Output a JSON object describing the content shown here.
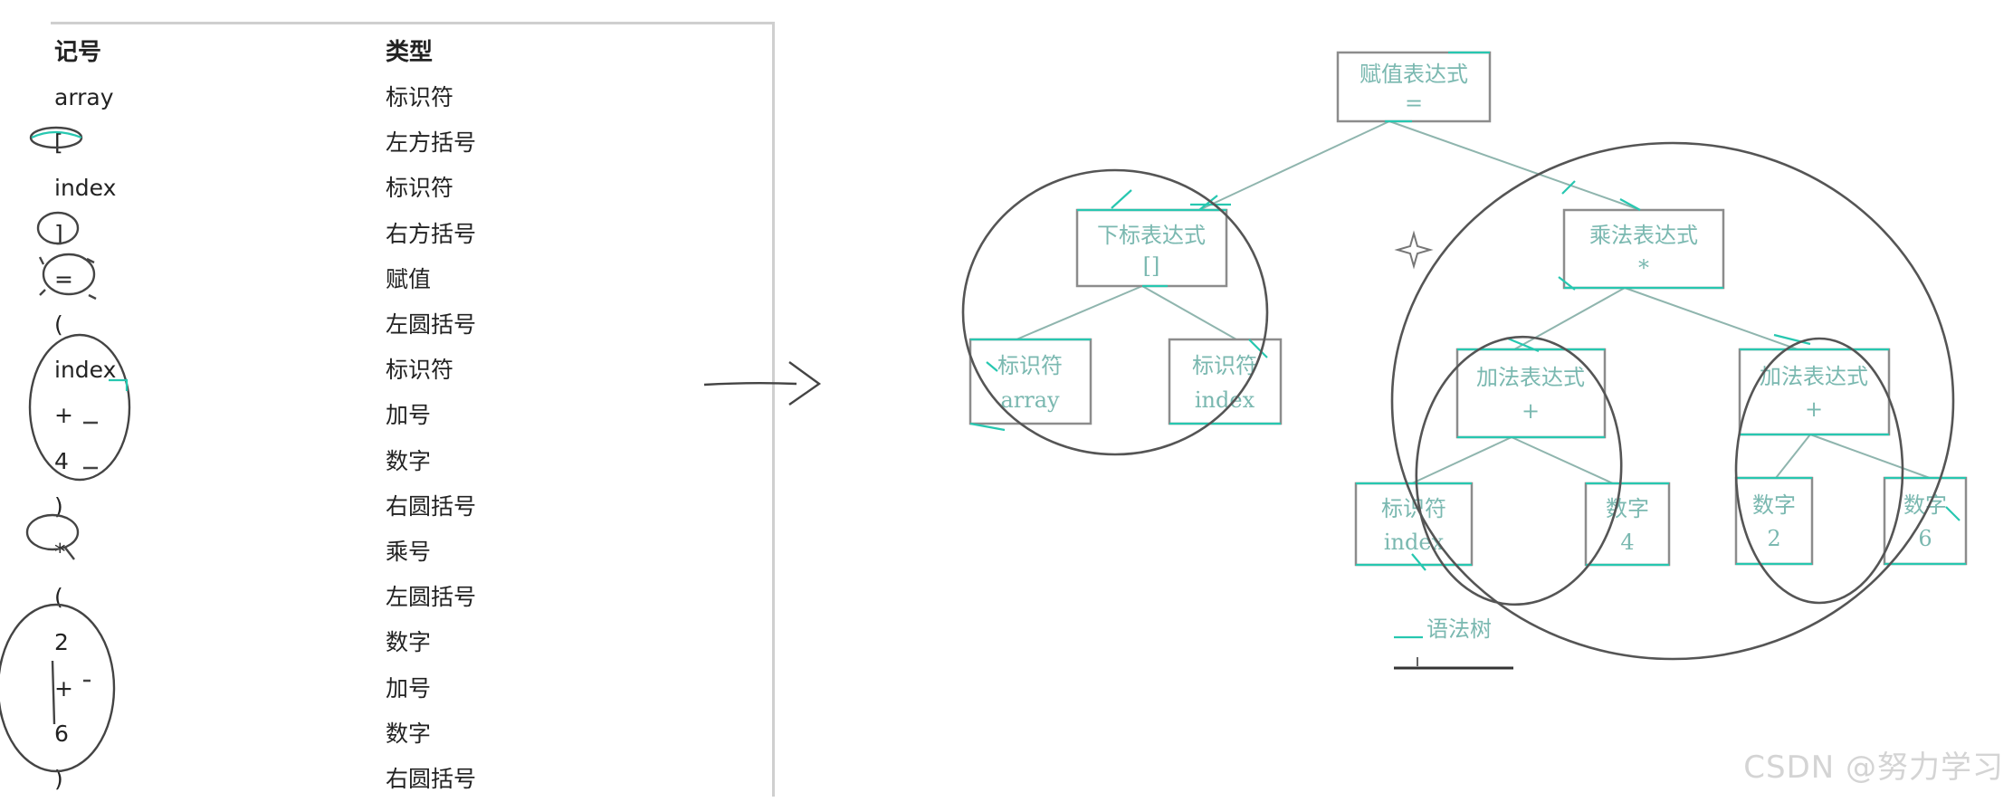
{
  "table": {
    "header": {
      "symbol": "记号",
      "type": "类型"
    },
    "rows": [
      {
        "symbol": "array",
        "type": "标识符"
      },
      {
        "symbol": "[",
        "type": "左方括号"
      },
      {
        "symbol": "index",
        "type": "标识符"
      },
      {
        "symbol": "]",
        "type": "右方括号"
      },
      {
        "symbol": "=",
        "type": "赋值"
      },
      {
        "symbol": "(",
        "type": "左圆括号"
      },
      {
        "symbol": "index",
        "type": "标识符"
      },
      {
        "symbol": "+",
        "type": "加号"
      },
      {
        "symbol": "4",
        "type": "数字"
      },
      {
        "symbol": ")",
        "type": "右圆括号"
      },
      {
        "symbol": "*",
        "type": "乘号"
      },
      {
        "symbol": "(",
        "type": "左圆括号"
      },
      {
        "symbol": "2",
        "type": "数字"
      },
      {
        "symbol": "+",
        "type": "加号"
      },
      {
        "symbol": "6",
        "type": "数字"
      },
      {
        "symbol": ")",
        "type": "右圆括号"
      }
    ]
  },
  "tree": {
    "root": {
      "line1": "赋值表达式",
      "line2": "="
    },
    "subscript": {
      "line1": "下标表达式",
      "line2": "[]"
    },
    "mult": {
      "line1": "乘法表达式",
      "line2": "*"
    },
    "leaf_array": {
      "line1": "标识符",
      "line2": "array"
    },
    "leaf_index": {
      "line1": "标识符",
      "line2": "index"
    },
    "add_left": {
      "line1": "加法表达式",
      "line2": "+"
    },
    "add_right": {
      "line1": "加法表达式",
      "line2": "+"
    },
    "leaf_index2": {
      "line1": "标识符",
      "line2": "index"
    },
    "leaf_4": {
      "line1": "数字",
      "line2": "4"
    },
    "leaf_2": {
      "line1": "数字",
      "line2": "2"
    },
    "leaf_6": {
      "line1": "数字",
      "line2": "6"
    },
    "caption": "语法树"
  },
  "watermark": "CSDN @努力学习"
}
